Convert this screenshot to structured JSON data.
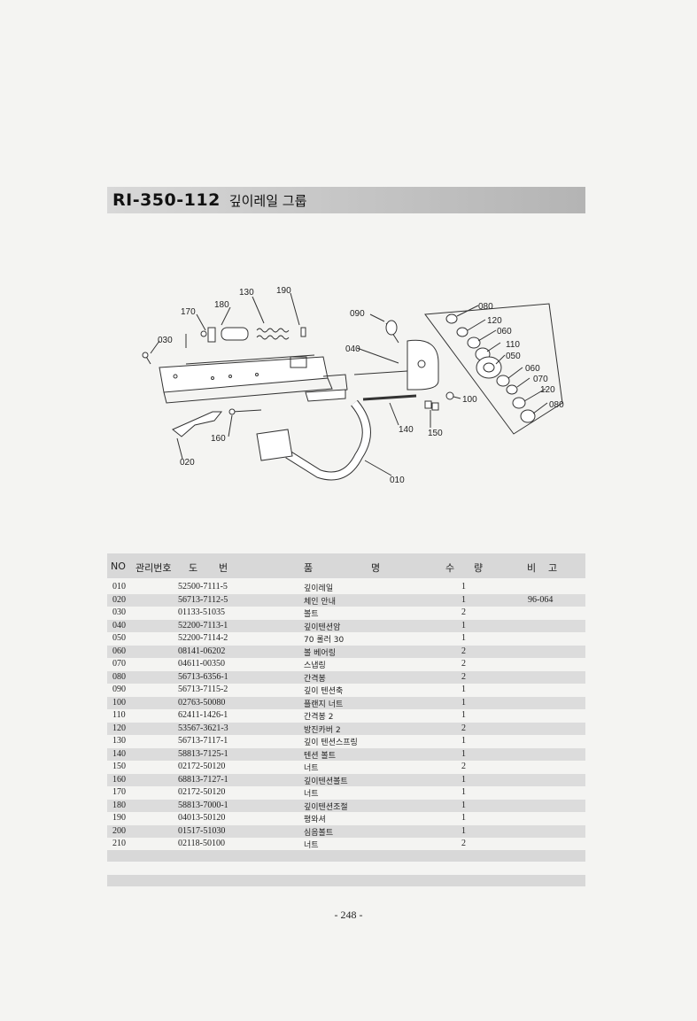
{
  "header": {
    "code": "RI-350-112",
    "name": "깊이레일 그룹"
  },
  "diagram": {
    "callouts": [
      "130",
      "190",
      "180",
      "170",
      "030",
      "090",
      "080",
      "120",
      "060",
      "110",
      "040",
      "050",
      "060",
      "070",
      "120",
      "080",
      "100",
      "140",
      "150",
      "160",
      "020",
      "010"
    ]
  },
  "table": {
    "headers": {
      "no": "NO",
      "mgmt": "관리번호",
      "dwg1": "도",
      "dwg2": "번",
      "name1": "품",
      "name2": "명",
      "qty1": "수",
      "qty2": "량",
      "rem1": "비",
      "rem2": "고"
    },
    "rows": [
      {
        "no": "010",
        "dwg": "52500-7111-5",
        "name": "깊이레일",
        "qty": "1",
        "rem": ""
      },
      {
        "no": "020",
        "dwg": "56713-7112-5",
        "name": "체인 안내",
        "qty": "1",
        "rem": "96-064"
      },
      {
        "no": "030",
        "dwg": "01133-51035",
        "name": "볼트",
        "qty": "2",
        "rem": ""
      },
      {
        "no": "040",
        "dwg": "52200-7113-1",
        "name": "깊이텐션암",
        "qty": "1",
        "rem": ""
      },
      {
        "no": "050",
        "dwg": "52200-7114-2",
        "name": "70 롤러 30",
        "qty": "1",
        "rem": ""
      },
      {
        "no": "060",
        "dwg": "08141-06202",
        "name": "볼 베어링",
        "qty": "2",
        "rem": ""
      },
      {
        "no": "070",
        "dwg": "04611-00350",
        "name": "스냅링",
        "qty": "2",
        "rem": ""
      },
      {
        "no": "080",
        "dwg": "56713-6356-1",
        "name": "간격봉",
        "qty": "2",
        "rem": ""
      },
      {
        "no": "090",
        "dwg": "56713-7115-2",
        "name": "깊이 텐션축",
        "qty": "1",
        "rem": ""
      },
      {
        "no": "100",
        "dwg": "02763-50080",
        "name": "플랜지 너트",
        "qty": "1",
        "rem": ""
      },
      {
        "no": "110",
        "dwg": "62411-1426-1",
        "name": "간격봉 2",
        "qty": "1",
        "rem": ""
      },
      {
        "no": "120",
        "dwg": "53567-3621-3",
        "name": "방진카버 2",
        "qty": "2",
        "rem": ""
      },
      {
        "no": "130",
        "dwg": "56713-7117-1",
        "name": "깊이 텐션스프링",
        "qty": "1",
        "rem": ""
      },
      {
        "no": "140",
        "dwg": "58813-7125-1",
        "name": "텐션 볼트",
        "qty": "1",
        "rem": ""
      },
      {
        "no": "150",
        "dwg": "02172-50120",
        "name": "너트",
        "qty": "2",
        "rem": ""
      },
      {
        "no": "160",
        "dwg": "68813-7127-1",
        "name": "깊이텐션볼트",
        "qty": "1",
        "rem": ""
      },
      {
        "no": "170",
        "dwg": "02172-50120",
        "name": "너트",
        "qty": "1",
        "rem": ""
      },
      {
        "no": "180",
        "dwg": "58813-7000-1",
        "name": "깊이텐션조절",
        "qty": "1",
        "rem": ""
      },
      {
        "no": "190",
        "dwg": "04013-50120",
        "name": "평와셔",
        "qty": "1",
        "rem": ""
      },
      {
        "no": "200",
        "dwg": "01517-51030",
        "name": "심음볼트",
        "qty": "1",
        "rem": ""
      },
      {
        "no": "210",
        "dwg": "02118-50100",
        "name": "너트",
        "qty": "2",
        "rem": ""
      }
    ]
  },
  "footer": {
    "page": "- 248 -"
  }
}
